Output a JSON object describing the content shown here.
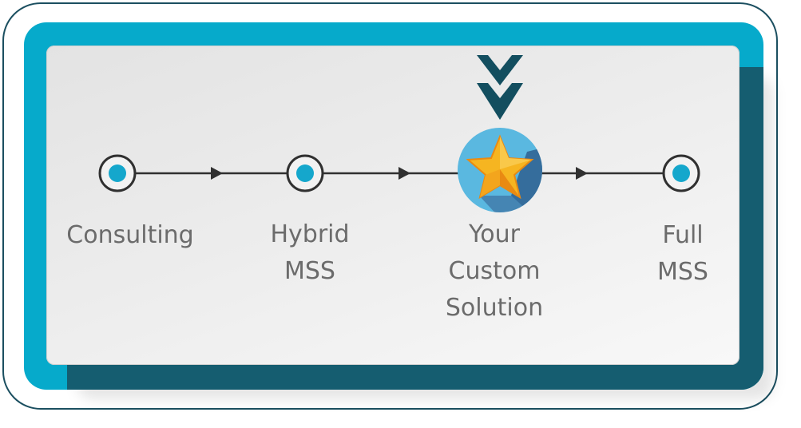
{
  "colors": {
    "teal": "#06aacb",
    "dark_teal": "#155d70",
    "chevron": "#134e5f",
    "node_fill": "#15a7cc",
    "node_ring": "#303030",
    "label_text": "#6b6b6b",
    "star_gold": "#f6b521",
    "star_orange": "#e98a12",
    "star_badge": "#5ab8e0"
  },
  "steps": [
    {
      "label": "Consulting",
      "marker": "ring-dot",
      "highlighted": false
    },
    {
      "label": "Hybrid\nMSS",
      "marker": "ring-dot",
      "highlighted": false
    },
    {
      "label": "Your\nCustom\nSolution",
      "marker": "star-icon",
      "highlighted": true
    },
    {
      "label": "Full\nMSS",
      "marker": "ring-dot",
      "highlighted": false
    }
  ],
  "indicator": {
    "icon": "double-chevron-down-icon",
    "points_to_step": 2
  },
  "connectors": {
    "icon": "arrow-right-icon",
    "count": 3
  }
}
